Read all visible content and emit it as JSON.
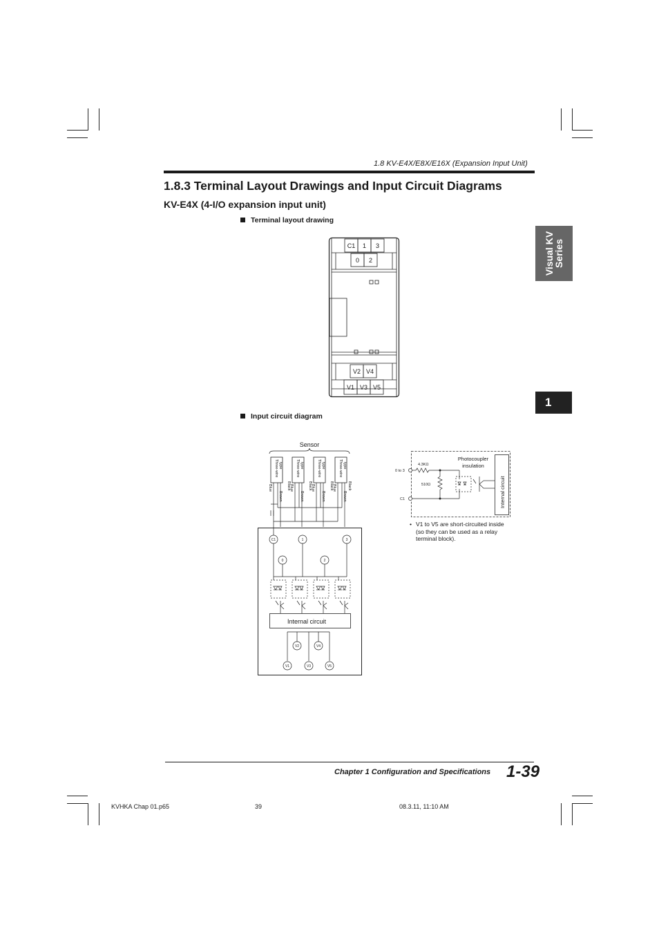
{
  "header": {
    "running_title": "1.8 KV-E4X/E8X/E16X  (Expansion Input Unit)"
  },
  "section": {
    "title": "1.8.3   Terminal Layout Drawings and Input Circuit Diagrams",
    "subtitle": "KV-E4X (4-I/O expansion input unit)"
  },
  "side_tab": {
    "label_line1": "Visual KV",
    "label_line2": "Series",
    "chapter_number": "1"
  },
  "terminal_layout": {
    "heading": "Terminal layout drawing",
    "top_row": [
      "C1",
      "1",
      "3"
    ],
    "top_row2": [
      "0",
      "2"
    ],
    "bottom_row1": [
      "V2",
      "V4"
    ],
    "bottom_row2": [
      "V1",
      "V3",
      "V5"
    ]
  },
  "input_circuit": {
    "heading": "Input circuit diagram",
    "sensor_label": "Sensor",
    "sensor_type": [
      "Three-wire",
      "type"
    ],
    "wire_blue": "Blue",
    "wire_brown": "Brown",
    "wire_black": "Black",
    "terminals_top": [
      "C1",
      "1",
      "3"
    ],
    "terminals_mid": [
      "0",
      "2"
    ],
    "internal_circuit_label": "Internal circuit",
    "v_row1": [
      "V2",
      "V4"
    ],
    "v_row2": [
      "V1",
      "V3",
      "V5"
    ]
  },
  "equivalent_circuit": {
    "resistor1": "4.3KΩ",
    "resistor2": "510Ω",
    "input_label": "0 to 3",
    "common_label": "C1",
    "photocoupler_line1": "Photocoupler",
    "photocoupler_line2": "insulation",
    "internal_circuit_label": "Internal circuit",
    "note_bullet": "•",
    "note_line1": "V1 to V5 are short-circuited inside",
    "note_line2": "(so they can be used as a relay",
    "note_line3": "terminal block)."
  },
  "footer": {
    "chapter": "Chapter 1   Configuration and Specifications",
    "page_number": "1-39",
    "file_name": "KVHKA Chap 01.p65",
    "sheet": "39",
    "timestamp": "08.3.11, 11:10 AM"
  }
}
